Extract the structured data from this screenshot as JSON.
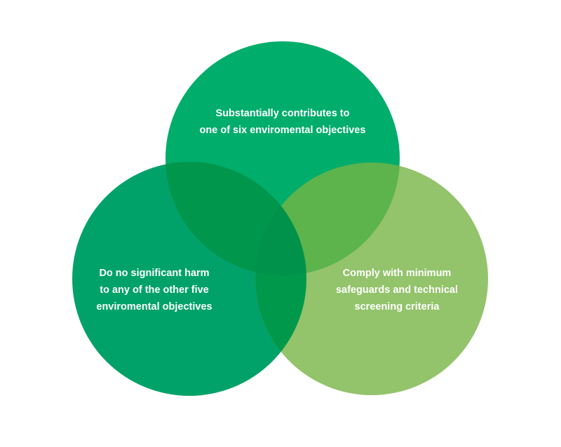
{
  "diagram": {
    "type": "venn",
    "sets": [
      {
        "id": "top",
        "label_lines": [
          "Substantially contributes to",
          "one of six enviromental objectives"
        ],
        "color": "#00ad6b"
      },
      {
        "id": "left",
        "label_lines": [
          "Do no significant harm",
          "to any of the other five",
          "enviromental objectives"
        ],
        "color": "#00a26a"
      },
      {
        "id": "right",
        "label_lines": [
          "Comply with minimum",
          "safeguards and technical",
          "screening criteria"
        ],
        "color": "#93c36b"
      }
    ],
    "overlap_colors": {
      "top_left": "#00964b",
      "top_right": "#5db34c",
      "left_right": "#00984a",
      "all": "#00924a"
    }
  }
}
